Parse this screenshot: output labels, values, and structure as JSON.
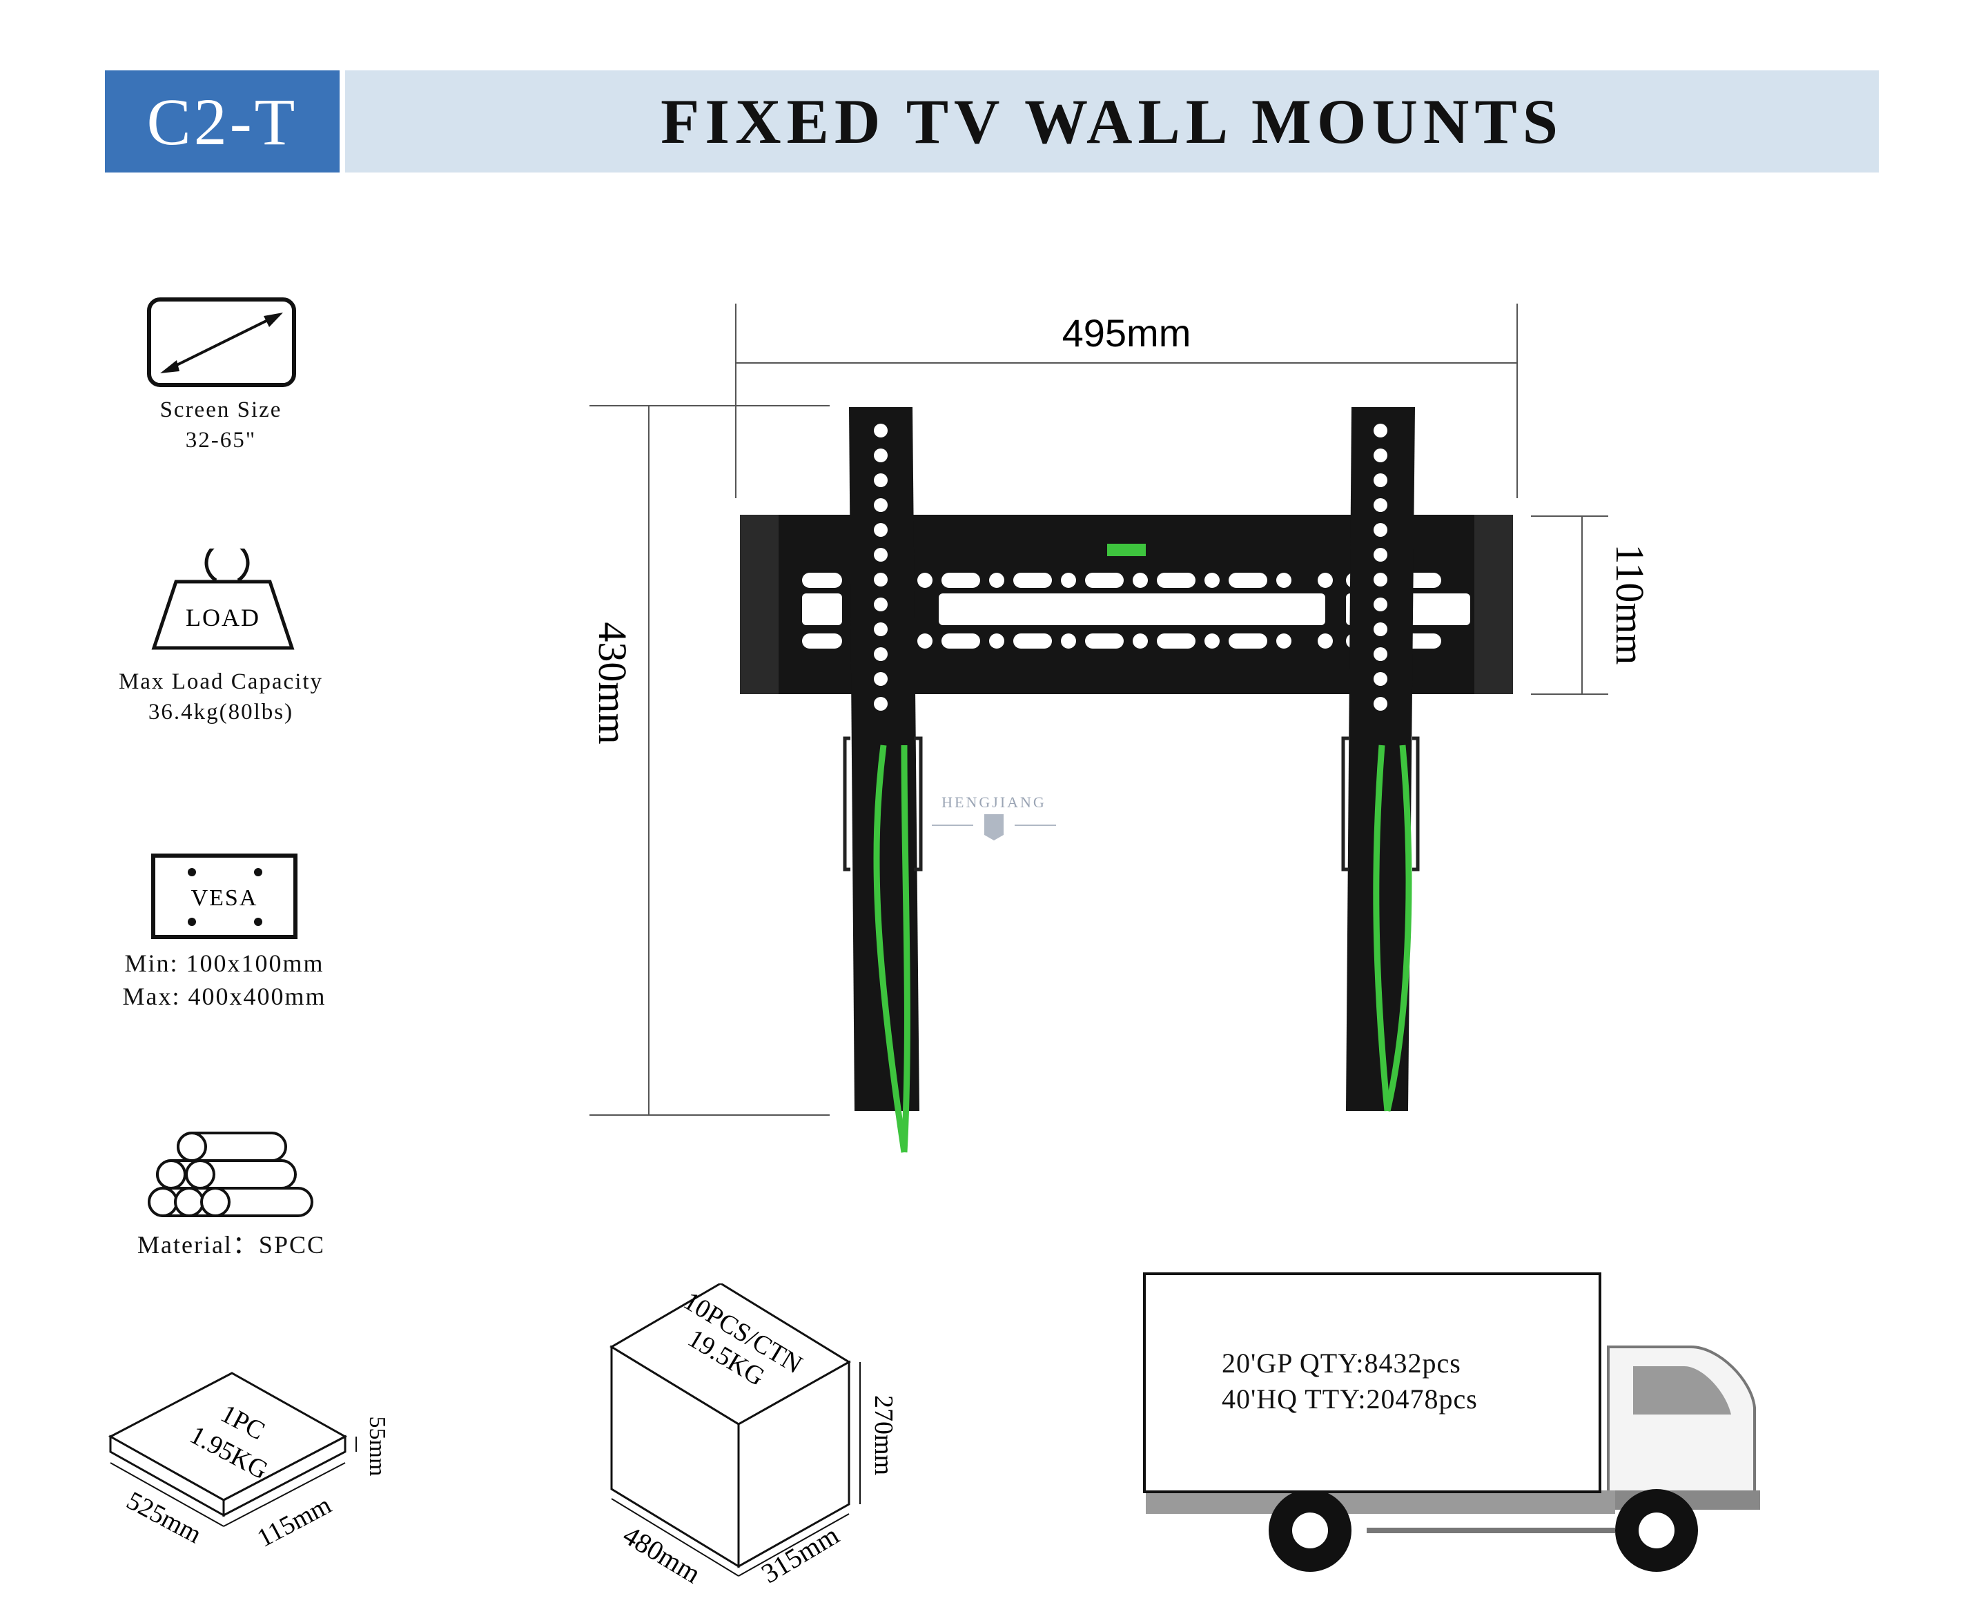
{
  "header": {
    "code": "C2-T",
    "title": "FIXED TV WALL MOUNTS"
  },
  "specs": {
    "screen": {
      "label": "Screen Size",
      "value": "32-65\""
    },
    "load": {
      "icon_text": "LOAD",
      "label": "Max Load Capacity",
      "value": "36.4kg(80lbs)"
    },
    "vesa": {
      "icon_text": "VESA",
      "min": "Min: 100x100mm",
      "max": "Max: 400x400mm"
    },
    "material": {
      "label": "Material：SPCC"
    }
  },
  "product": {
    "width": "495mm",
    "height": "430mm",
    "plate_height": "110mm",
    "brand": "HENGJIANG"
  },
  "package_single": {
    "qty": "1PC",
    "weight": "1.95KG",
    "length": "525mm",
    "width": "115mm",
    "height": "55mm"
  },
  "package_carton": {
    "qty": "10PCS/CTN",
    "weight": "19.5KG",
    "length": "480mm",
    "width": "315mm",
    "height": "270mm"
  },
  "shipping": {
    "gp20": "20'GP QTY:8432pcs",
    "hq40": "40'HQ TTY:20478pcs"
  },
  "colors": {
    "accent_blue": "#3a73b8",
    "title_bg": "#d5e2ee",
    "strap_green": "#3ec43e"
  }
}
